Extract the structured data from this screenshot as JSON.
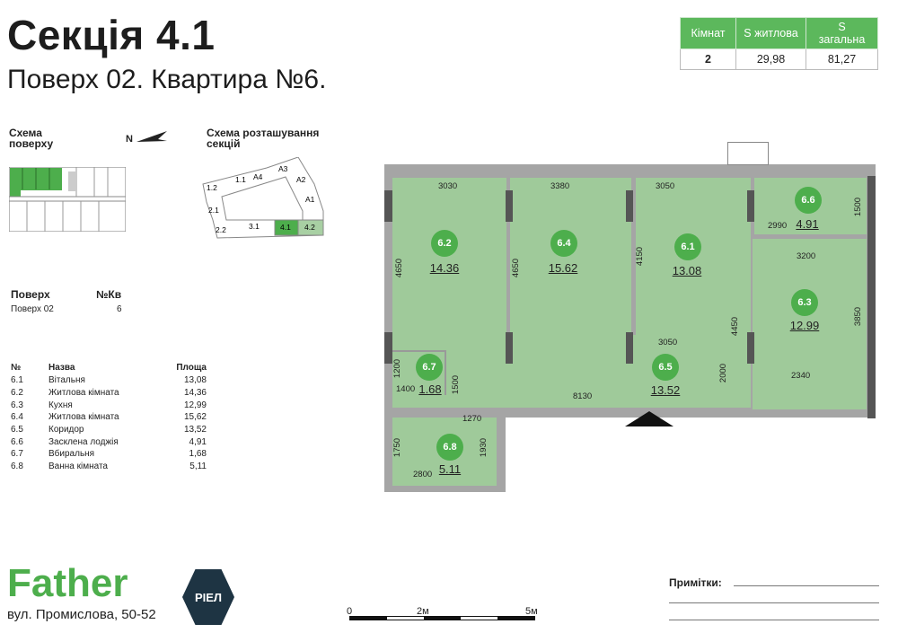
{
  "header": {
    "title": "Секція 4.1",
    "subtitle": "Поверх 02. Квартира №6."
  },
  "summary": {
    "headers": [
      "Кімнат",
      "S житлова",
      "S загальна"
    ],
    "values": [
      "2",
      "29,98",
      "81,27"
    ]
  },
  "floor_scheme": {
    "label": "Схема поверху",
    "north": "N"
  },
  "sections_scheme": {
    "label": "Схема розташування секцій",
    "sections": [
      "1.2",
      "1.1",
      "A4",
      "A3",
      "A2",
      "A1",
      "2.1",
      "2.2",
      "3.1",
      "4.1",
      "4.2"
    ]
  },
  "info": {
    "floor_label": "Поверх",
    "apt_label": "№Кв",
    "floor_value": "Поверх 02",
    "apt_value": "6"
  },
  "rooms_table": {
    "headers": [
      "№",
      "Назва",
      "Площа"
    ],
    "rows": [
      [
        "6.1",
        "Вітальня",
        "13,08"
      ],
      [
        "6.2",
        "Житлова кімната",
        "14,36"
      ],
      [
        "6.3",
        "Кухня",
        "12,99"
      ],
      [
        "6.4",
        "Житлова кімната",
        "15,62"
      ],
      [
        "6.5",
        "Коридор",
        "13,52"
      ],
      [
        "6.6",
        "Засклена лоджія",
        "4,91"
      ],
      [
        "6.7",
        "Вбиральня",
        "1,68"
      ],
      [
        "6.8",
        "Ванна кімната",
        "5,11"
      ]
    ]
  },
  "plan": {
    "rooms": [
      {
        "id": "6.2",
        "area": "14.36"
      },
      {
        "id": "6.4",
        "area": "15.62"
      },
      {
        "id": "6.1",
        "area": "13.08"
      },
      {
        "id": "6.6",
        "area": "4.91"
      },
      {
        "id": "6.3",
        "area": "12.99"
      },
      {
        "id": "6.7",
        "area": "1.68"
      },
      {
        "id": "6.5",
        "area": "13.52"
      },
      {
        "id": "6.8",
        "area": "5.11"
      }
    ],
    "dims": [
      "3030",
      "3380",
      "3050",
      "2990",
      "1500",
      "4650",
      "4650",
      "4150",
      "3200",
      "3850",
      "4450",
      "3050",
      "2000",
      "2340",
      "1200",
      "1400",
      "1500",
      "8130",
      "1270",
      "1930",
      "1750",
      "2800"
    ]
  },
  "footer": {
    "brand": "Father",
    "badge": "РІЕЛ",
    "address": "вул. Промислова, 50-52",
    "scale": [
      "0",
      "2м",
      "5м"
    ],
    "notes_label": "Примітки:"
  },
  "colors": {
    "accent": "#4dae4c",
    "room_fill": "#9fca9a",
    "wall": "#a5a5a5"
  }
}
